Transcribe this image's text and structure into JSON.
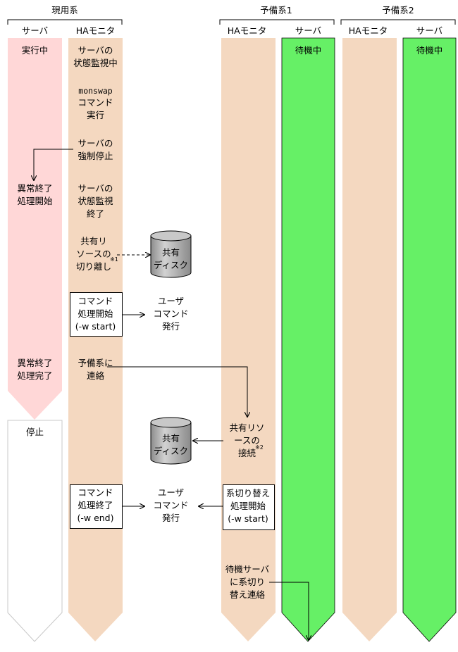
{
  "groups": {
    "active": "現用系",
    "standby1": "予備系1",
    "standby2": "予備系2"
  },
  "columns": {
    "active_server": "サーバ",
    "active_ha": "HAモニタ",
    "sb1_ha": "HAモニタ",
    "sb1_server": "サーバ",
    "sb2_ha": "HAモニタ",
    "sb2_server": "サーバ"
  },
  "states": {
    "running": "実行中",
    "stopped": "停止",
    "sb1_waiting": "待機中",
    "sb2_waiting": "待機中"
  },
  "steps": {
    "monitor": "サーバの\n状態監視中",
    "monswap_cmd": "monswap",
    "monswap_exec": "コマンド\n実行",
    "force_stop": "サーバの\n強制停止",
    "abnormal_start": "異常終了\n処理開始",
    "monitor_end": "サーバの\n状態監視\n終了",
    "detach": "共有リ\nソースの\n切り離し",
    "detach_note": "※1",
    "disk1": "共有\nディスク",
    "cmd_start": "コマンド\n処理開始\n(-w start)",
    "user_cmd1": "ユーザ\nコマンド\n発行",
    "abnormal_done": "異常終了\n処理完了",
    "notify_standby": "予備系に\n連絡",
    "attach": "共有リソ\nースの\n接続",
    "attach_note": "※2",
    "disk2": "共有\nディスク",
    "cmd_end": "コマンド\n処理終了\n(-w end)",
    "user_cmd2": "ユーザ\nコマンド\n発行",
    "switch_start": "系切り替え\n処理開始\n(-w start)",
    "notify_switch": "待機サーバ\nに系切り\n替え連絡"
  },
  "colors": {
    "server_running": "#ffd7d7",
    "ha_lane": "#f4d8c0",
    "server_waiting": "#66f066",
    "server_stopped": "#ffffff",
    "disk": "#b4b4b4"
  }
}
